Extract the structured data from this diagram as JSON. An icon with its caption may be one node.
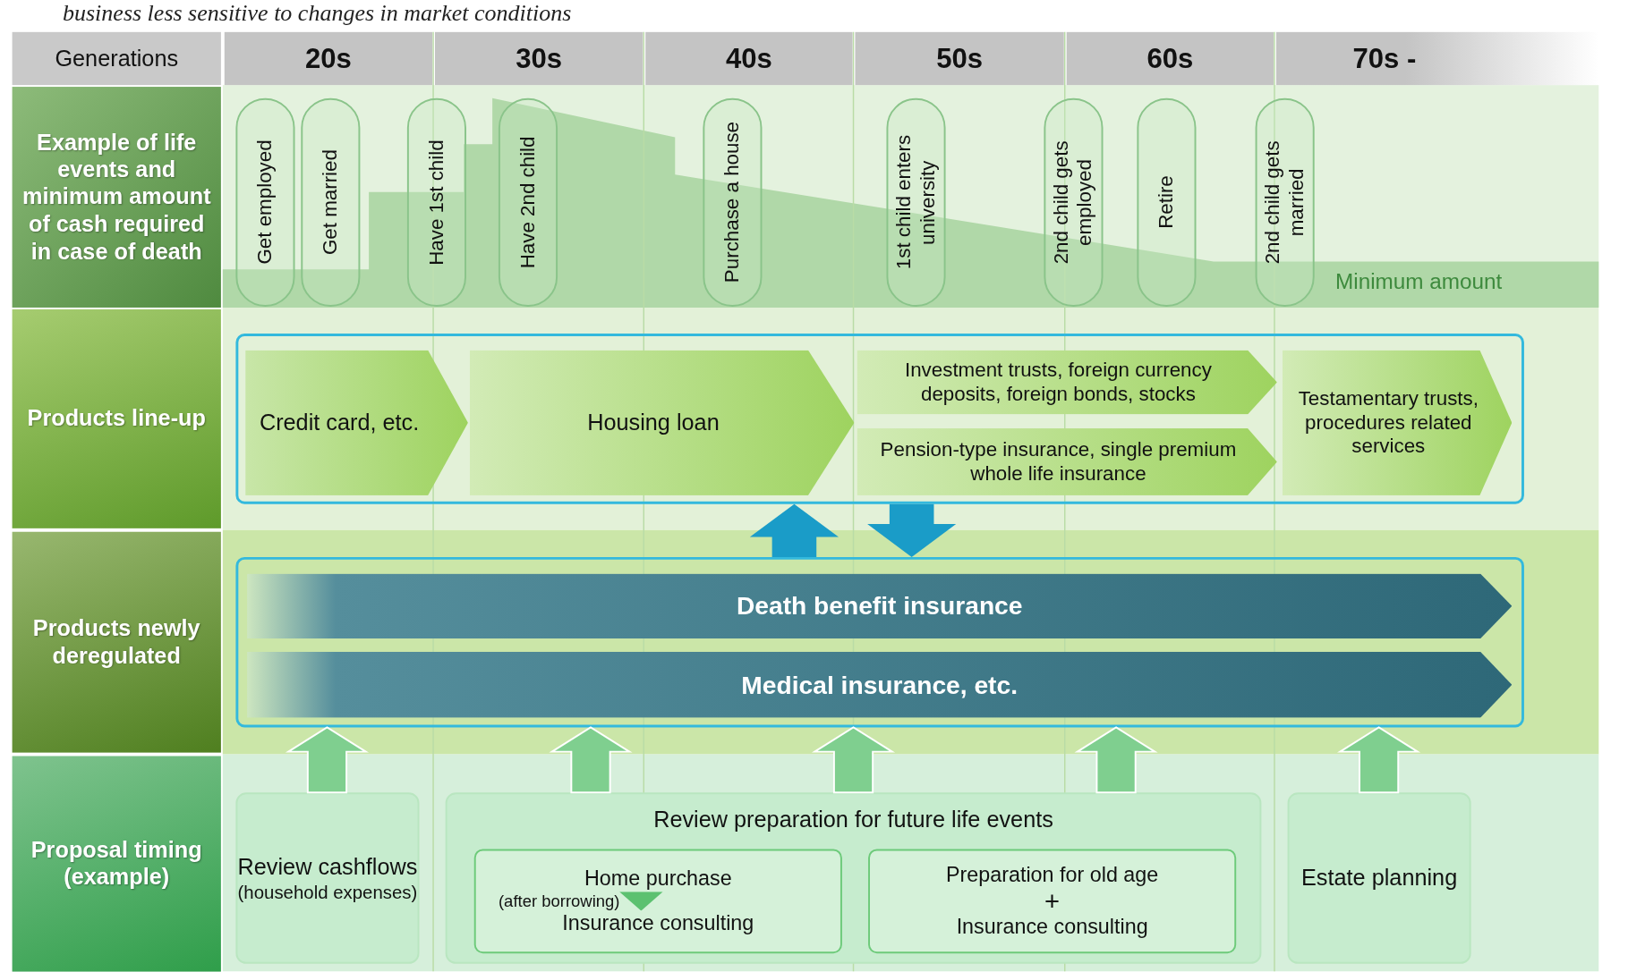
{
  "diagram": {
    "title": "business less sensitive to changes in market conditions",
    "nodes": [
      {
        "text": [
          "Generations"
        ]
      },
      {
        "text": [
          "20s"
        ]
      },
      {
        "text": [
          "30s"
        ]
      },
      {
        "text": [
          "40s"
        ]
      },
      {
        "text": [
          "50s"
        ]
      },
      {
        "text": [
          "60s"
        ]
      },
      {
        "text": [
          "70s -"
        ]
      },
      {
        "text": [
          "Example of life events and minimum amount of cash required in case of death"
        ]
      },
      {
        "text": [
          "Products line-up"
        ]
      },
      {
        "text": [
          "Products newly deregulated"
        ]
      },
      {
        "text": [
          "Proposal timing (example)"
        ]
      },
      {
        "text": [
          "Get employed"
        ]
      },
      {
        "text": [
          "Get married"
        ]
      },
      {
        "text": [
          "Have 1st child"
        ]
      },
      {
        "text": [
          "Have 2nd child"
        ]
      },
      {
        "text": [
          "Purchase a house"
        ]
      },
      {
        "text": [
          "1st child enters university"
        ]
      },
      {
        "text": [
          "2nd child gets employed"
        ]
      },
      {
        "text": [
          "Retire"
        ]
      },
      {
        "text": [
          "2nd child gets married"
        ]
      },
      {
        "text": [],
        "shape": "box"
      },
      {
        "text": [
          "Credit card, etc."
        ],
        "in": 20
      },
      {
        "text": [
          "Housing loan"
        ],
        "in": 20
      },
      {
        "text": [
          "Investment trusts, foreign currency deposits, foreign bonds, stocks"
        ],
        "in": 20
      },
      {
        "text": [
          "Pension-type insurance, single premium whole life insurance"
        ],
        "in": 20
      },
      {
        "text": [
          "Testamentary trusts, procedures related services"
        ],
        "in": 20
      },
      {
        "text": [],
        "shape": "box"
      },
      {
        "text": [
          "Death benefit insurance"
        ],
        "in": 26
      },
      {
        "text": [
          "Medical insurance, etc."
        ],
        "in": 26
      },
      {
        "text": [
          "Review cashflows",
          "(household expenses)"
        ]
      },
      {
        "text": [
          "Review preparation for future life events"
        ]
      },
      {
        "text": [
          "Home purchase",
          "(after borrowing)",
          "Insurance consulting"
        ],
        "in": 30
      },
      {
        "text": [
          "Preparation for old age",
          "+",
          "Insurance consulting"
        ],
        "in": 30
      },
      {
        "text": [
          "Estate planning"
        ]
      }
    ],
    "edges": [
      {
        "from": 26,
        "to": 20,
        "arrow": "to",
        "color": "#1a9cc8"
      },
      {
        "from": 20,
        "to": 26,
        "arrow": "to",
        "color": "#1a9cc8"
      },
      {
        "from": 29,
        "to": 26,
        "arrow": "to"
      },
      {
        "from": 30,
        "to": 26,
        "arrow": "to"
      },
      {
        "from": 30,
        "to": 26,
        "arrow": "to"
      },
      {
        "from": 30,
        "to": 26,
        "arrow": "to"
      },
      {
        "from": 33,
        "to": 26,
        "arrow": "to"
      }
    ],
    "labels": [
      "Minimum amount"
    ]
  }
}
